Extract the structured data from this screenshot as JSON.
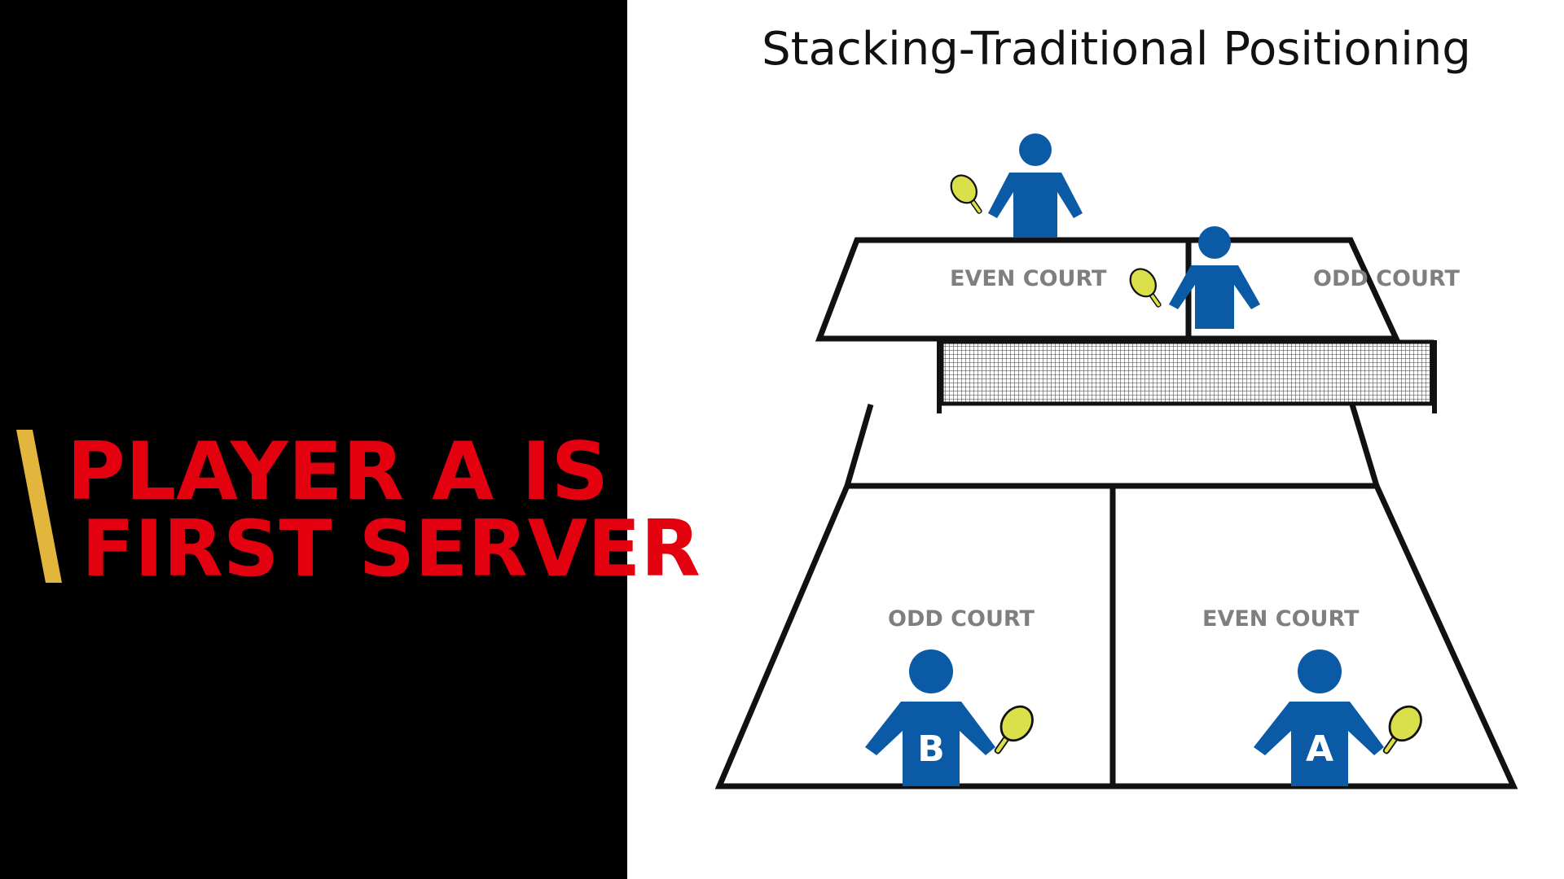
{
  "title": "Stacking-Traditional Positioning",
  "headline": {
    "line1": "PLAYER A IS",
    "line2": "FIRST SERVER",
    "color": "#e3000f",
    "accent_bar_color": "#e2b63c"
  },
  "court": {
    "far_left_label": "EVEN COURT",
    "far_right_label": "ODD COURT",
    "near_left_label": "ODD COURT",
    "near_right_label": "EVEN COURT",
    "line_color": "#111111",
    "label_color": "#7f7f7f"
  },
  "players": {
    "near_left": {
      "letter": "B"
    },
    "near_right": {
      "letter": "A"
    },
    "color": "#0b5aa6",
    "paddle_color": "#d9e04a"
  },
  "colors": {
    "left_background": "#000000",
    "right_background": "#ffffff"
  }
}
